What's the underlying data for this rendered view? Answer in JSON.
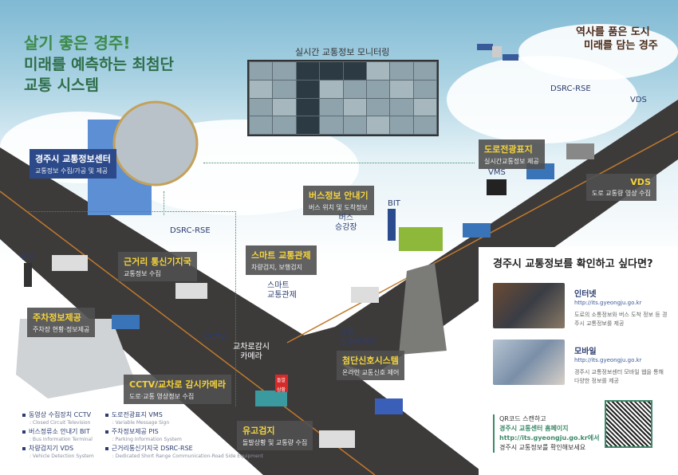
{
  "header": {
    "line1": "살기 좋은 경주!",
    "line2": "미래를 예측하는 최첨단",
    "line3": "교통 시스템"
  },
  "logo": {
    "line1": "역사를 품은 도시",
    "line2": "미래를 담는 경주"
  },
  "monitor_label": "실시간 교통정보 모니터링",
  "callouts": {
    "center": {
      "title": "경주시 교통정보센터",
      "sub": "교통정보 수집/가공 및 제공"
    },
    "rse": {
      "title": "근거리 통신기지국",
      "sub": "교통정보 수집"
    },
    "parking": {
      "title": "주차정보제공",
      "sub": "주차장 현황·정보제공"
    },
    "cctv": {
      "title": "CCTV/교차로 감시카메라",
      "sub": "도로·교통 영상정보 수집"
    },
    "smart": {
      "title": "스마트 교통관제",
      "sub": "차량검지, 보행검지"
    },
    "bus": {
      "title": "버스정보 안내기",
      "sub": "버스 위치 및 도착정보"
    },
    "signal": {
      "title": "첨단신호시스템",
      "sub": "온라인 교통신호 제어"
    },
    "incident": {
      "title": "유고검지",
      "sub": "돌발상황 및 교통량 수집"
    },
    "vms": {
      "title": "도로전광표지",
      "sub": "실시간교통정보 제공"
    },
    "vds": {
      "title": "VDS",
      "sub": "도로 교통량 영상 수집"
    }
  },
  "labels": {
    "pis": "PIS",
    "dsrc1": "DSRC-RSE",
    "cctv": "CCTV",
    "cam": "교차로감시\n카메라",
    "smart": "스마트\n교통관제",
    "busstop": "버스\n승강장",
    "bit": "BIT",
    "controller": "교통\n신호제어기",
    "vms": "VMS",
    "dsrc2": "DSRC-RSE",
    "vds": "VDS",
    "emergency": "돌발상황"
  },
  "legend": [
    {
      "name": "동영상 수집장치 CCTV",
      "sub": ": Closed Circuit Television"
    },
    {
      "name": "버스정류소 안내기 BIT",
      "sub": ": Bus Information Terminal"
    },
    {
      "name": "차량검지기 VDS",
      "sub": ": Vehicle Detection System"
    },
    {
      "name": "도로전광표지 VMS",
      "sub": ": Variable Message Sign"
    },
    {
      "name": "주차정보제공 PIS",
      "sub": ": Parking Information System"
    },
    {
      "name": "근거리통신기지국 DSRC-RSE",
      "sub": ": Dedicated Short Range Communication-Road Side Equipment"
    }
  ],
  "panel": {
    "heading": "경주시 교통정보를 확인하고 싶다면?",
    "internet": {
      "title": "인터넷",
      "url": "http://its.gyeongju.go.kr",
      "desc": "도로의 소통정보와 버스 도착 정보 등 경주시 교통정보를 제공"
    },
    "mobile": {
      "title": "모바일",
      "url": "http://its.gyeongju.go.kr",
      "desc": "경주시 교통정보센터 모바일 웹을 통해 다양한 정보를 제공"
    },
    "qr": {
      "line1": "QR코드 스캔하고",
      "line2": "경주시 교통센터 홈페이지",
      "line3": "http://its.gyeongju.go.kr에서",
      "line4": "경주시 교통정보를 확인해보세요"
    }
  },
  "colors": {
    "callout_title": "#f5d43b",
    "accent_green": "#3d8a4a",
    "navy": "#2b3d70",
    "road": "#3d3a3a"
  }
}
